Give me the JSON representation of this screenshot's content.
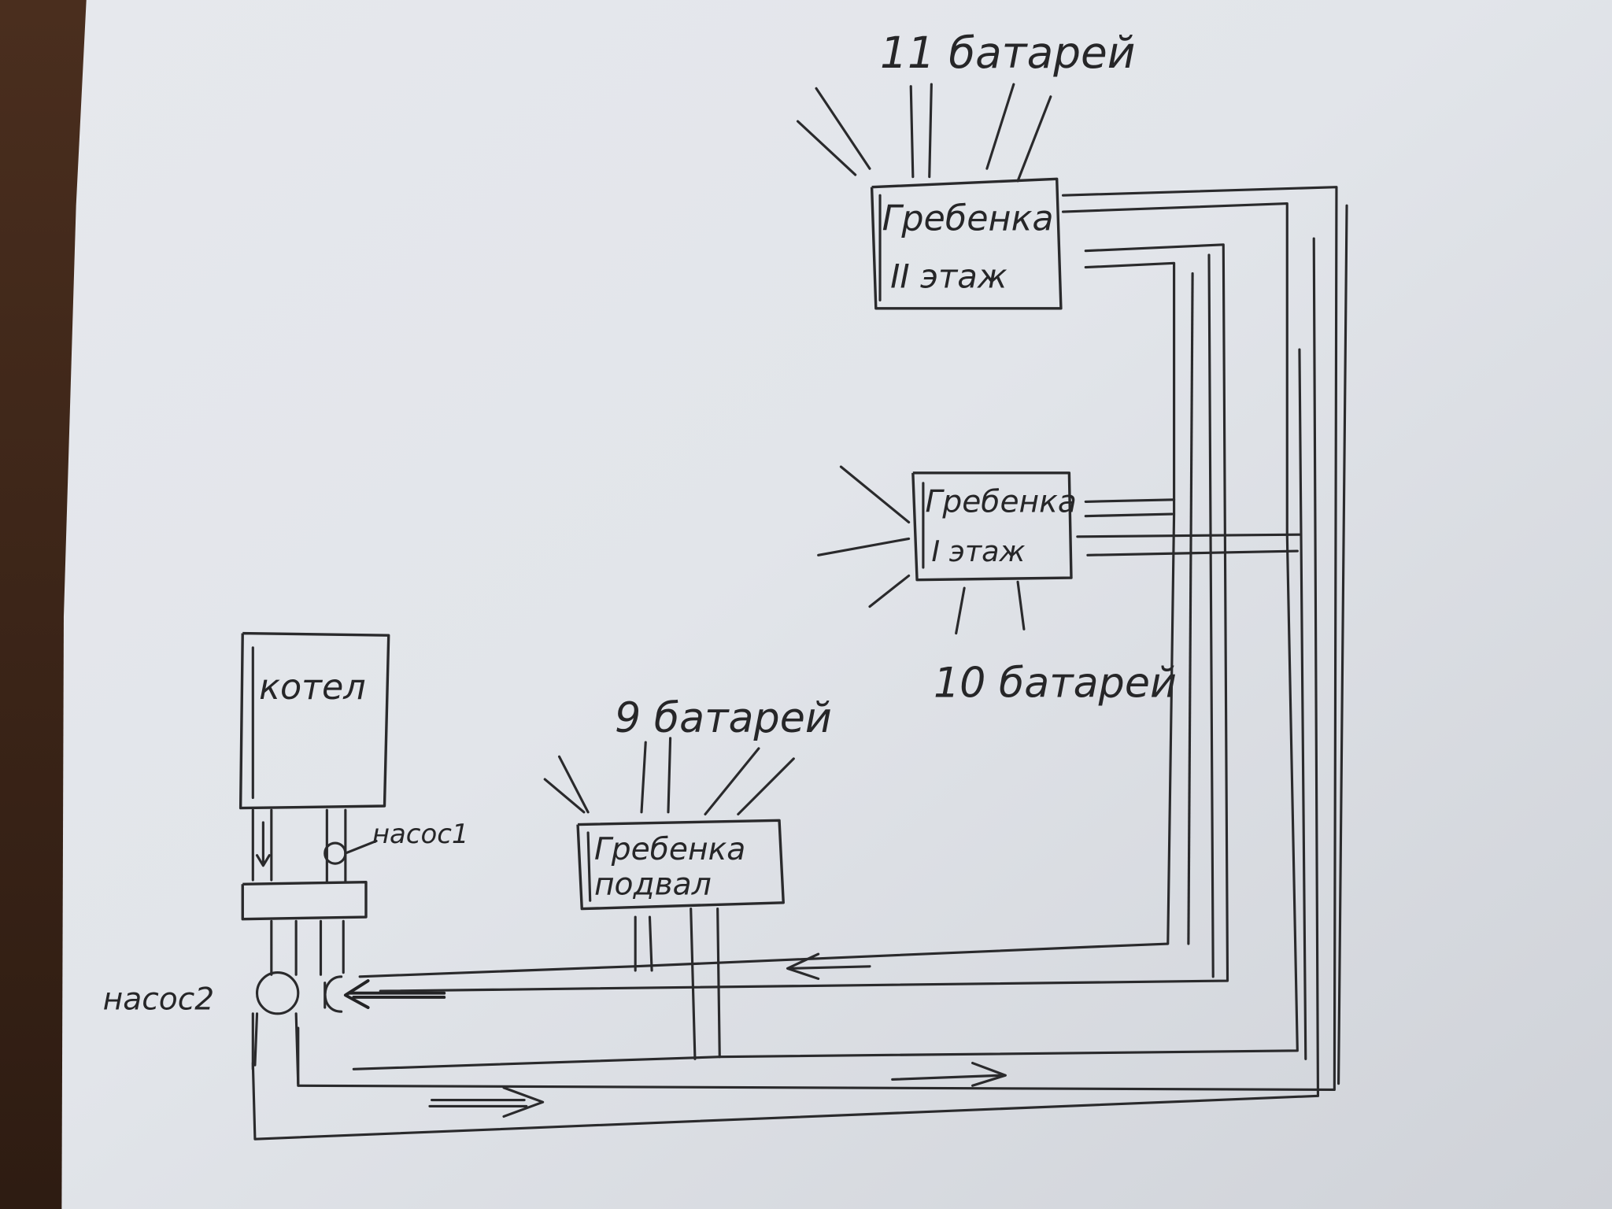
{
  "diagram": {
    "manifold_floor2": {
      "line1": "Гребенка",
      "line2": "II этаж",
      "radiators_label": "11 батарей"
    },
    "manifold_floor1": {
      "line1": "Гребенка",
      "line2": "I этаж",
      "radiators_label": "10 батарей"
    },
    "manifold_basement": {
      "line1": "Гребенка",
      "line2": "подвал",
      "radiators_label": "9 батарей"
    },
    "boiler": {
      "label": "котел"
    },
    "pumps": {
      "pump1": "насос1",
      "pump2": "насос2"
    }
  },
  "colors": {
    "ink": "#2a2a2c",
    "paper": "#e2e5ea",
    "desk": "#3a2418"
  }
}
